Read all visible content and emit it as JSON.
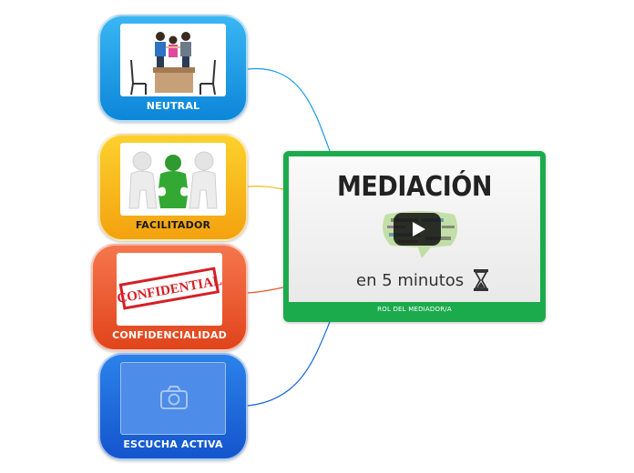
{
  "nodes": {
    "neutral": {
      "label": "NEUTRAL",
      "image": "meeting-illustration-icon"
    },
    "facilitador": {
      "label": "FACILITADOR",
      "image": "puzzle-people-icon"
    },
    "confidencialidad": {
      "label": "CONFIDENCIALIDAD",
      "image": "confidential-stamp-icon",
      "stamp_text": "CONFIDENTIAL"
    },
    "escucha": {
      "label": "ESCUCHA ACTIVA",
      "image": "camera-icon"
    }
  },
  "main": {
    "caption": "ROL DEL MEDIADOR/A",
    "video": {
      "title": "MEDIACIÓN",
      "subtitle": "en 5 minutos",
      "play_icon": "play-icon",
      "hourglass_icon": "hourglass-icon"
    }
  },
  "colors": {
    "neutral": "#1a9be6",
    "facilitador": "#f7b81b",
    "confidencialidad": "#ec5a2e",
    "escucha": "#1e6adb",
    "main": "#1bab4c"
  }
}
